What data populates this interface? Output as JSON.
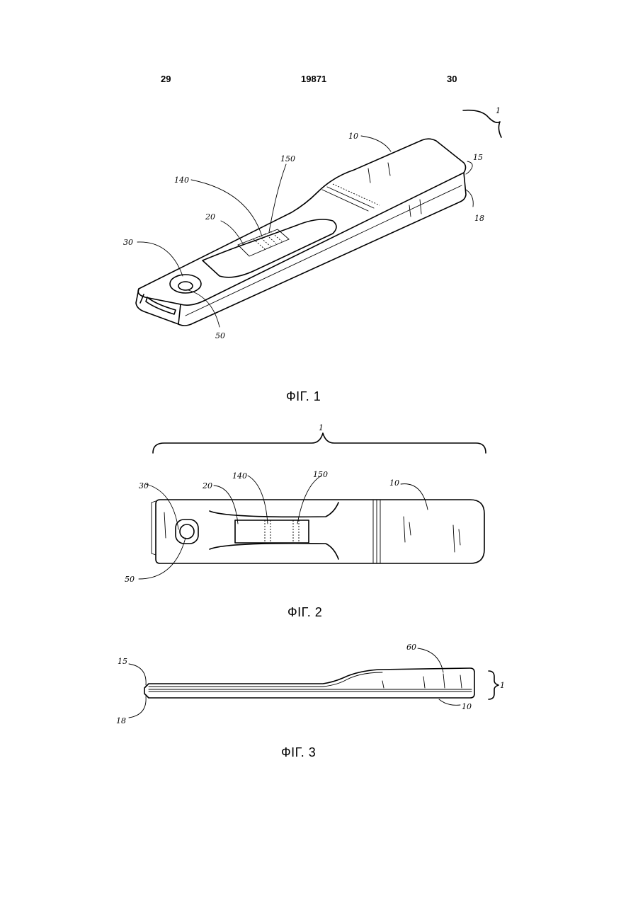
{
  "header": {
    "left_page": "29",
    "center_doc": "19871",
    "right_page": "30"
  },
  "figures": [
    {
      "caption": "ФІГ. 1",
      "labels": [
        "1",
        "10",
        "15",
        "18",
        "150",
        "140",
        "20",
        "30",
        "50"
      ]
    },
    {
      "caption": "ФІГ. 2",
      "labels": [
        "1",
        "140",
        "150",
        "30",
        "20",
        "10",
        "50"
      ]
    },
    {
      "caption": "ФІГ. 3",
      "labels": [
        "60",
        "15",
        "1",
        "18",
        "10"
      ]
    }
  ]
}
